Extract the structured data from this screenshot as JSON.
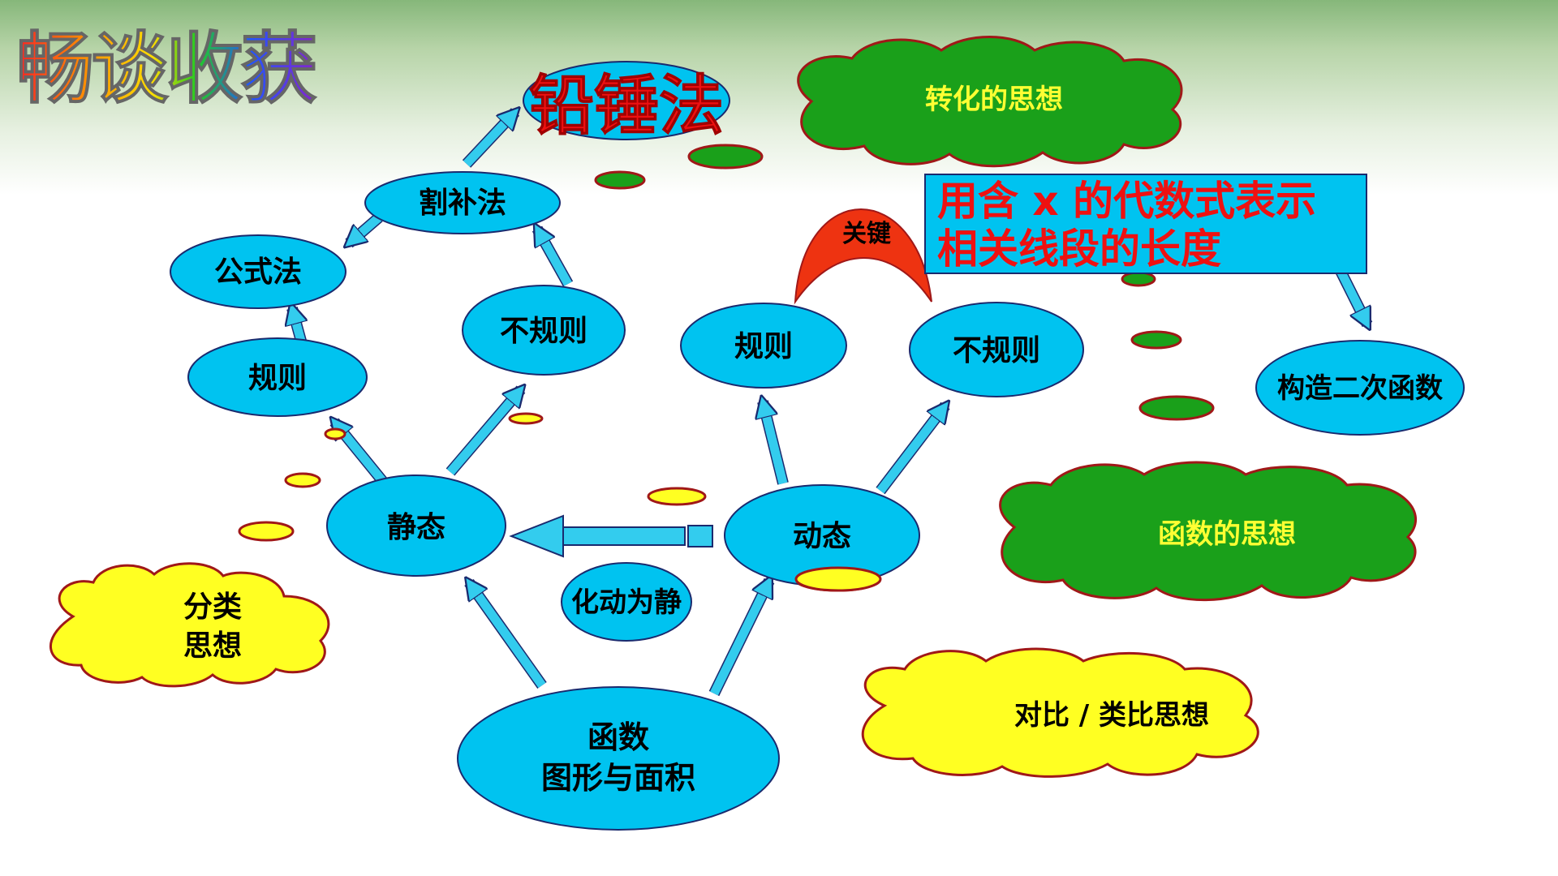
{
  "title": "畅谈收获",
  "nodes": {
    "qianchuifa": "铅锤法",
    "gebufa": "割补法",
    "gongshifa": "公式法",
    "guize_left": "规则",
    "buguize_left": "不规则",
    "jingtai": "静态",
    "guize_right": "规则",
    "buguize_right": "不规则",
    "dongtai": "动态",
    "huadongweijing": "化动为静",
    "root_line1": "函数",
    "root_line2": "图形与面积",
    "gouzao": "构造二次函数"
  },
  "callout": {
    "line1": "用含 x 的代数式表示",
    "line2": "相关线段的长度"
  },
  "guanjian": "关键",
  "clouds": {
    "zhuanhua": "转化的思想",
    "hanshu": "函数的思想",
    "fenlei_line1": "分类",
    "fenlei_line2": "思想",
    "duibi": "对比 / 类比思想"
  },
  "colors": {
    "node_fill": "#00c3f0",
    "node_stroke": "#1a2a6e",
    "arrow_fill": "#33ccee",
    "cloud_green": "#1aa01a",
    "cloud_yellow": "#ffff22",
    "cloud_stroke": "#a01818",
    "red_text": "#ee1111",
    "green_text": "#ffff33",
    "guanjian_fill": "#ee3311"
  }
}
